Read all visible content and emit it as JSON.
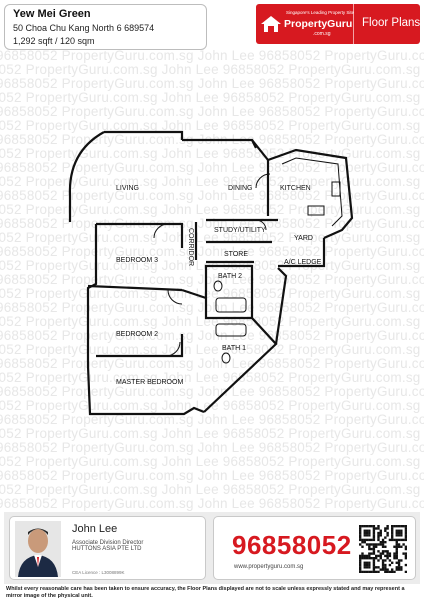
{
  "property": {
    "name": "Yew Mei Green",
    "address": "50 Choa Chu Kang North 6 689574",
    "size": "1,292 sqft / 120 sqm"
  },
  "brand": {
    "tagline": "Singapore's Leading Property Site",
    "name": "PropertyGuru",
    "url": ".com.sg",
    "title": "Floor Plans",
    "color": "#d71920"
  },
  "watermark": {
    "text": "96858052 PropertyGuru.com.sg John Lee 96858052 PropertyGuru.com.sg John Lee 96858052 PropertyGuru.com.sg John Lee"
  },
  "floor_plan": {
    "rooms": [
      {
        "label": "LIVING"
      },
      {
        "label": "DINING"
      },
      {
        "label": "KITCHEN"
      },
      {
        "label": "YARD"
      },
      {
        "label": "A/C LEDGE"
      },
      {
        "label": "STUDY/UTILITY"
      },
      {
        "label": "CORRIDOR"
      },
      {
        "label": "STORE"
      },
      {
        "label": "BATH 2"
      },
      {
        "label": "BATH 1"
      },
      {
        "label": "BEDROOM 3"
      },
      {
        "label": "BEDROOM 2"
      },
      {
        "label": "MASTER BEDROOM"
      }
    ]
  },
  "agent": {
    "name": "John Lee",
    "title": "Associate Division Director",
    "company": "HUTTONS ASIA PTE LTD",
    "cea": "CEA Licence : L3008899K"
  },
  "contact": {
    "phone": "96858052",
    "website": "www.propertyguru.com.sg"
  },
  "disclaimer": "Whilst every reasonable care has been taken to ensure accuracy, the Floor Plans displayed are not to scale unless expressly stated and may represent a mirror image of the physical unit."
}
